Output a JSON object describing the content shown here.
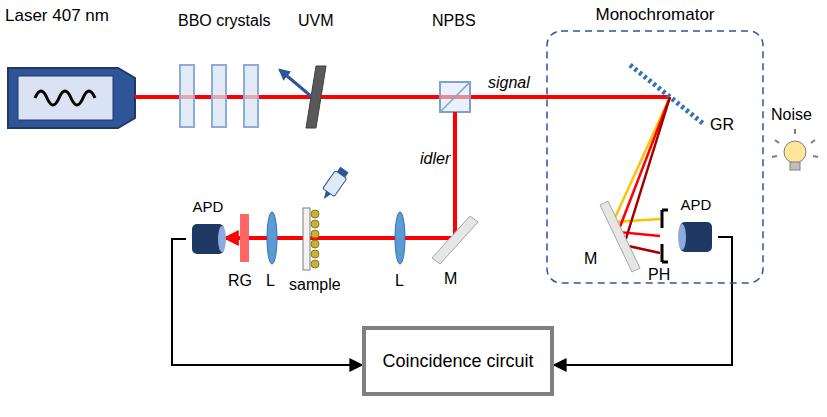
{
  "diagram": {
    "nodes": [
      {
        "text": [
          "Laser 407 nm"
        ]
      },
      {
        "text": [
          "Monochromator"
        ]
      },
      {
        "text": [
          "APD"
        ],
        "in": 1
      },
      {
        "text": [
          "APD"
        ]
      },
      {
        "text": [
          "Coincidence circuit"
        ]
      }
    ],
    "edges": [
      {
        "from": 3,
        "to": 4,
        "arrow": "to"
      },
      {
        "from": 2,
        "to": 4,
        "arrow": "to"
      }
    ],
    "labels": [
      "BBO crystals",
      "UVM",
      "NPBS",
      "signal",
      "idler",
      "GR",
      "Noise",
      "M",
      "PH",
      "M",
      "L",
      "sample",
      "L",
      "RG"
    ]
  }
}
